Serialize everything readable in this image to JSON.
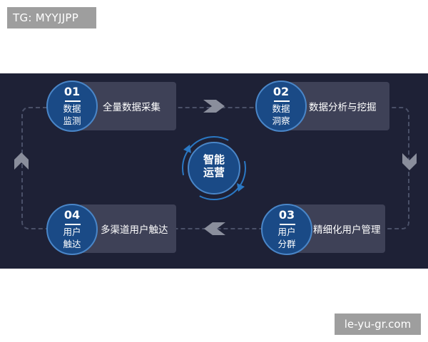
{
  "watermark_top": "TG: MYYJJPP",
  "watermark_bottom": "le-yu-gr.com",
  "center": {
    "line1": "智能",
    "line2": "运营"
  },
  "steps": [
    {
      "num": "01",
      "circle_line1": "数据",
      "circle_line2": "监测",
      "text": "全量数据采集"
    },
    {
      "num": "02",
      "circle_line1": "数据",
      "circle_line2": "洞察",
      "text": "数据分析与挖掘"
    },
    {
      "num": "03",
      "circle_line1": "用户",
      "circle_line2": "分群",
      "text": "精细化用户管理"
    },
    {
      "num": "04",
      "circle_line1": "用户",
      "circle_line2": "触达",
      "text": "多渠道用户触达"
    }
  ],
  "colors": {
    "panel_bg": "#1e2136",
    "card_bg": "#3e4157",
    "circle_fill": "#1a4a86",
    "circle_ring": "#4a86c8",
    "arrow": "#8a8e9c"
  },
  "icons": [
    "chevron-right-icon",
    "chevron-down-icon",
    "chevron-left-icon",
    "chevron-up-icon",
    "cycle-arrows-icon"
  ]
}
